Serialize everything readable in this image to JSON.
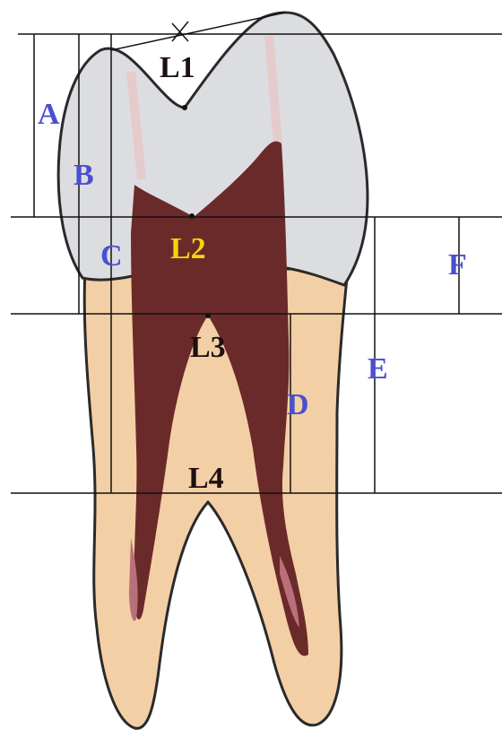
{
  "labels": {
    "l1": "L1",
    "l2": "L2",
    "l3": "L3",
    "l4": "L4",
    "a": "A",
    "b": "B",
    "c": "C",
    "d": "D",
    "e": "E",
    "f": "F"
  },
  "colors": {
    "enamel": "#dcdde0",
    "dentin": "#f3cfa5",
    "pulp": "#6b2a2a",
    "pulp_light": "#b9707a",
    "outline": "#2a2a2a",
    "measure_line": "#111111",
    "label_blue": "#4a4fd0",
    "label_dark": "#1e0f10",
    "label_yellow": "#f5d40a"
  }
}
